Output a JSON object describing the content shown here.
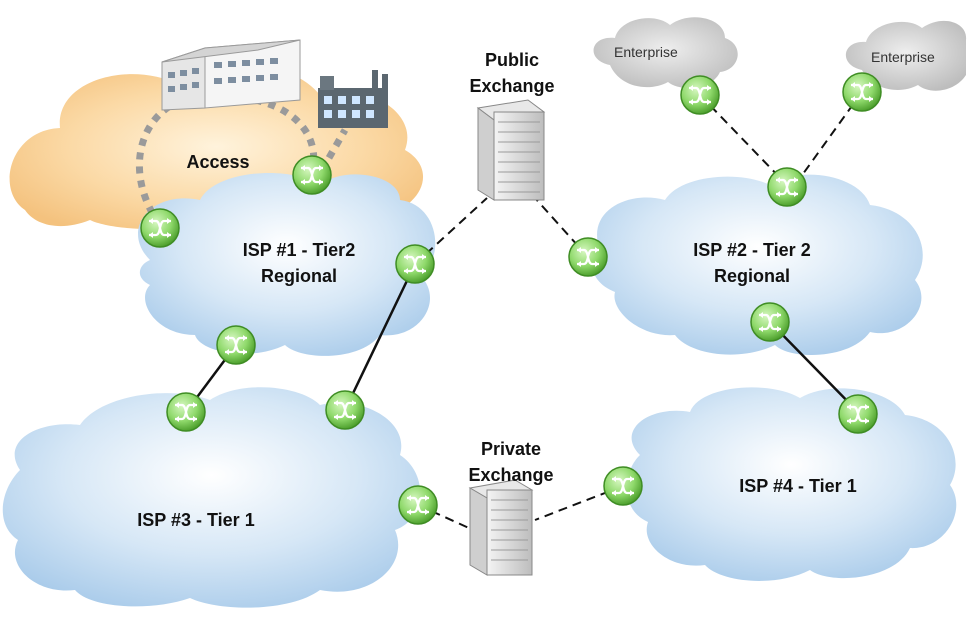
{
  "colors": {
    "access_cloud": "#f6c98a",
    "isp_cloud": "#b9d6ee",
    "enterprise_cloud": "#c9c9c9",
    "router": "#8fd96b",
    "router_edge": "#3f8d24",
    "link": "#111111",
    "access_link": "#9a9a9a"
  },
  "icons": {
    "router": "router-icon",
    "building": "building-icon",
    "factory": "factory-icon",
    "exchange_server": "server-rack-icon"
  },
  "labels": {
    "access": "Access",
    "public_exchange_line1": "Public",
    "public_exchange_line2": "Exchange",
    "private_exchange_line1": "Private",
    "private_exchange_line2": "Exchange",
    "isp1_line1": "ISP #1 - Tier2",
    "isp1_line2": "Regional",
    "isp2_line1": "ISP #2 - Tier 2",
    "isp2_line2": "Regional",
    "isp3": "ISP #3 - Tier 1",
    "isp4": "ISP #4 - Tier 1",
    "enterprise_left": "Enterprise",
    "enterprise_right": "Enterprise"
  }
}
